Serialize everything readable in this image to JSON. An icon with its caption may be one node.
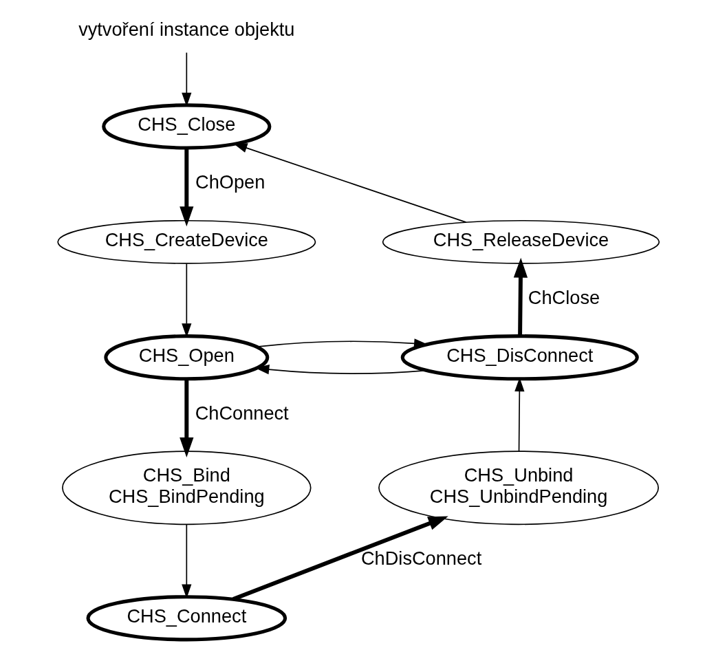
{
  "diagram": {
    "nodes": [
      {
        "text": [
          "vytvoření instance objektu"
        ]
      },
      {
        "text": [
          "CHS_Close"
        ]
      },
      {
        "text": [
          "CHS_CreateDevice"
        ]
      },
      {
        "text": [
          "CHS_ReleaseDevice"
        ]
      },
      {
        "text": [
          "CHS_Open"
        ]
      },
      {
        "text": [
          "CHS_DisConnect"
        ]
      },
      {
        "text": [
          "CHS_Bind",
          "CHS_BindPending"
        ]
      },
      {
        "text": [
          "CHS_Unbind",
          "CHS_UnbindPending"
        ]
      },
      {
        "text": [
          "CHS_Connect"
        ]
      }
    ],
    "edges": [
      {
        "from": 0,
        "to": 1,
        "arrow": "to"
      },
      {
        "from": 1,
        "to": 2,
        "arrow": "to",
        "label": "ChOpen",
        "style": "thick"
      },
      {
        "from": 2,
        "to": 4,
        "arrow": "to"
      },
      {
        "from": 4,
        "to": 6,
        "arrow": "to",
        "label": "ChConnect",
        "style": "thick"
      },
      {
        "from": 6,
        "to": 8,
        "arrow": "to"
      },
      {
        "from": 8,
        "to": 7,
        "arrow": "to",
        "label": "ChDisConnect",
        "style": "thick"
      },
      {
        "from": 7,
        "to": 5,
        "arrow": "to"
      },
      {
        "from": 5,
        "to": 4,
        "arrow": "to"
      },
      {
        "from": 4,
        "to": 5,
        "arrow": "to"
      },
      {
        "from": 5,
        "to": 3,
        "arrow": "to",
        "label": "ChClose",
        "style": "thick"
      },
      {
        "from": 3,
        "to": 1,
        "arrow": "to"
      }
    ]
  }
}
